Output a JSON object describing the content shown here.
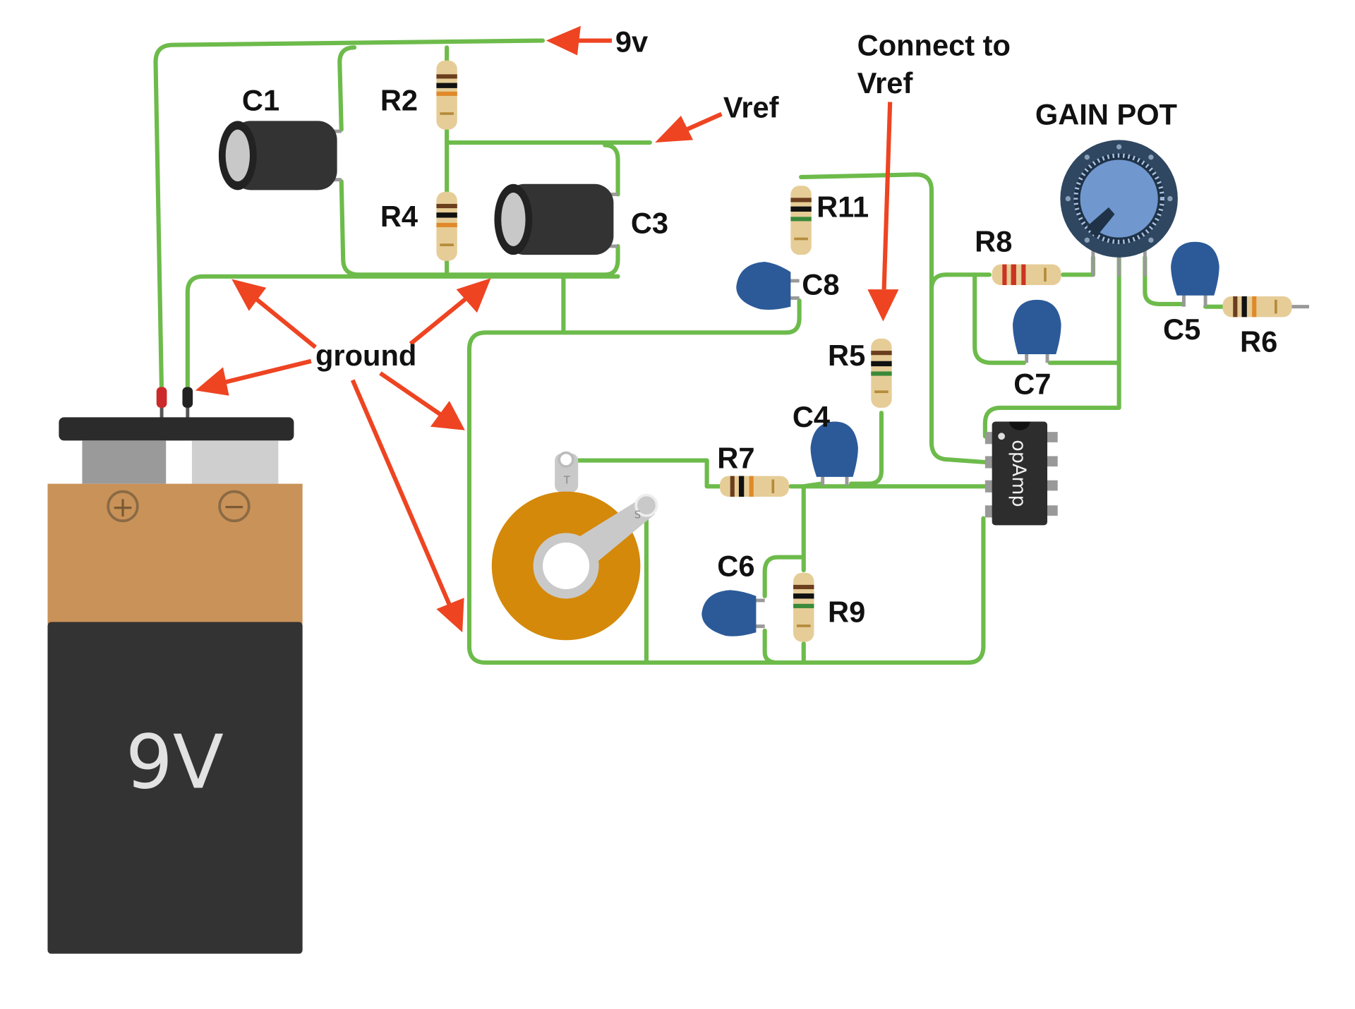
{
  "labels": {
    "v9": "9v",
    "vref": "Vref",
    "connect_line1": "Connect to",
    "connect_line2": "Vref",
    "gain_pot": "GAIN POT",
    "ground": "ground",
    "opamp": "opAmp",
    "battery": "9V",
    "plus": "+",
    "minus": "−",
    "jack_t": "T",
    "jack_s": "S"
  },
  "components": {
    "C1": "C1",
    "C3": "C3",
    "C4": "C4",
    "C5": "C5",
    "C6": "C6",
    "C7": "C7",
    "C8": "C8",
    "R2": "R2",
    "R4": "R4",
    "R5": "R5",
    "R6": "R6",
    "R7": "R7",
    "R8": "R8",
    "R9": "R9",
    "R11": "R11"
  },
  "colors": {
    "wire": "#6dbb4b",
    "arrow": "#ee4422",
    "ceramic_capacitor": "#2c5a99",
    "battery_top": "#c99258",
    "battery_body": "#333333",
    "jack": "#d4890a",
    "pot": "#2f4760"
  }
}
